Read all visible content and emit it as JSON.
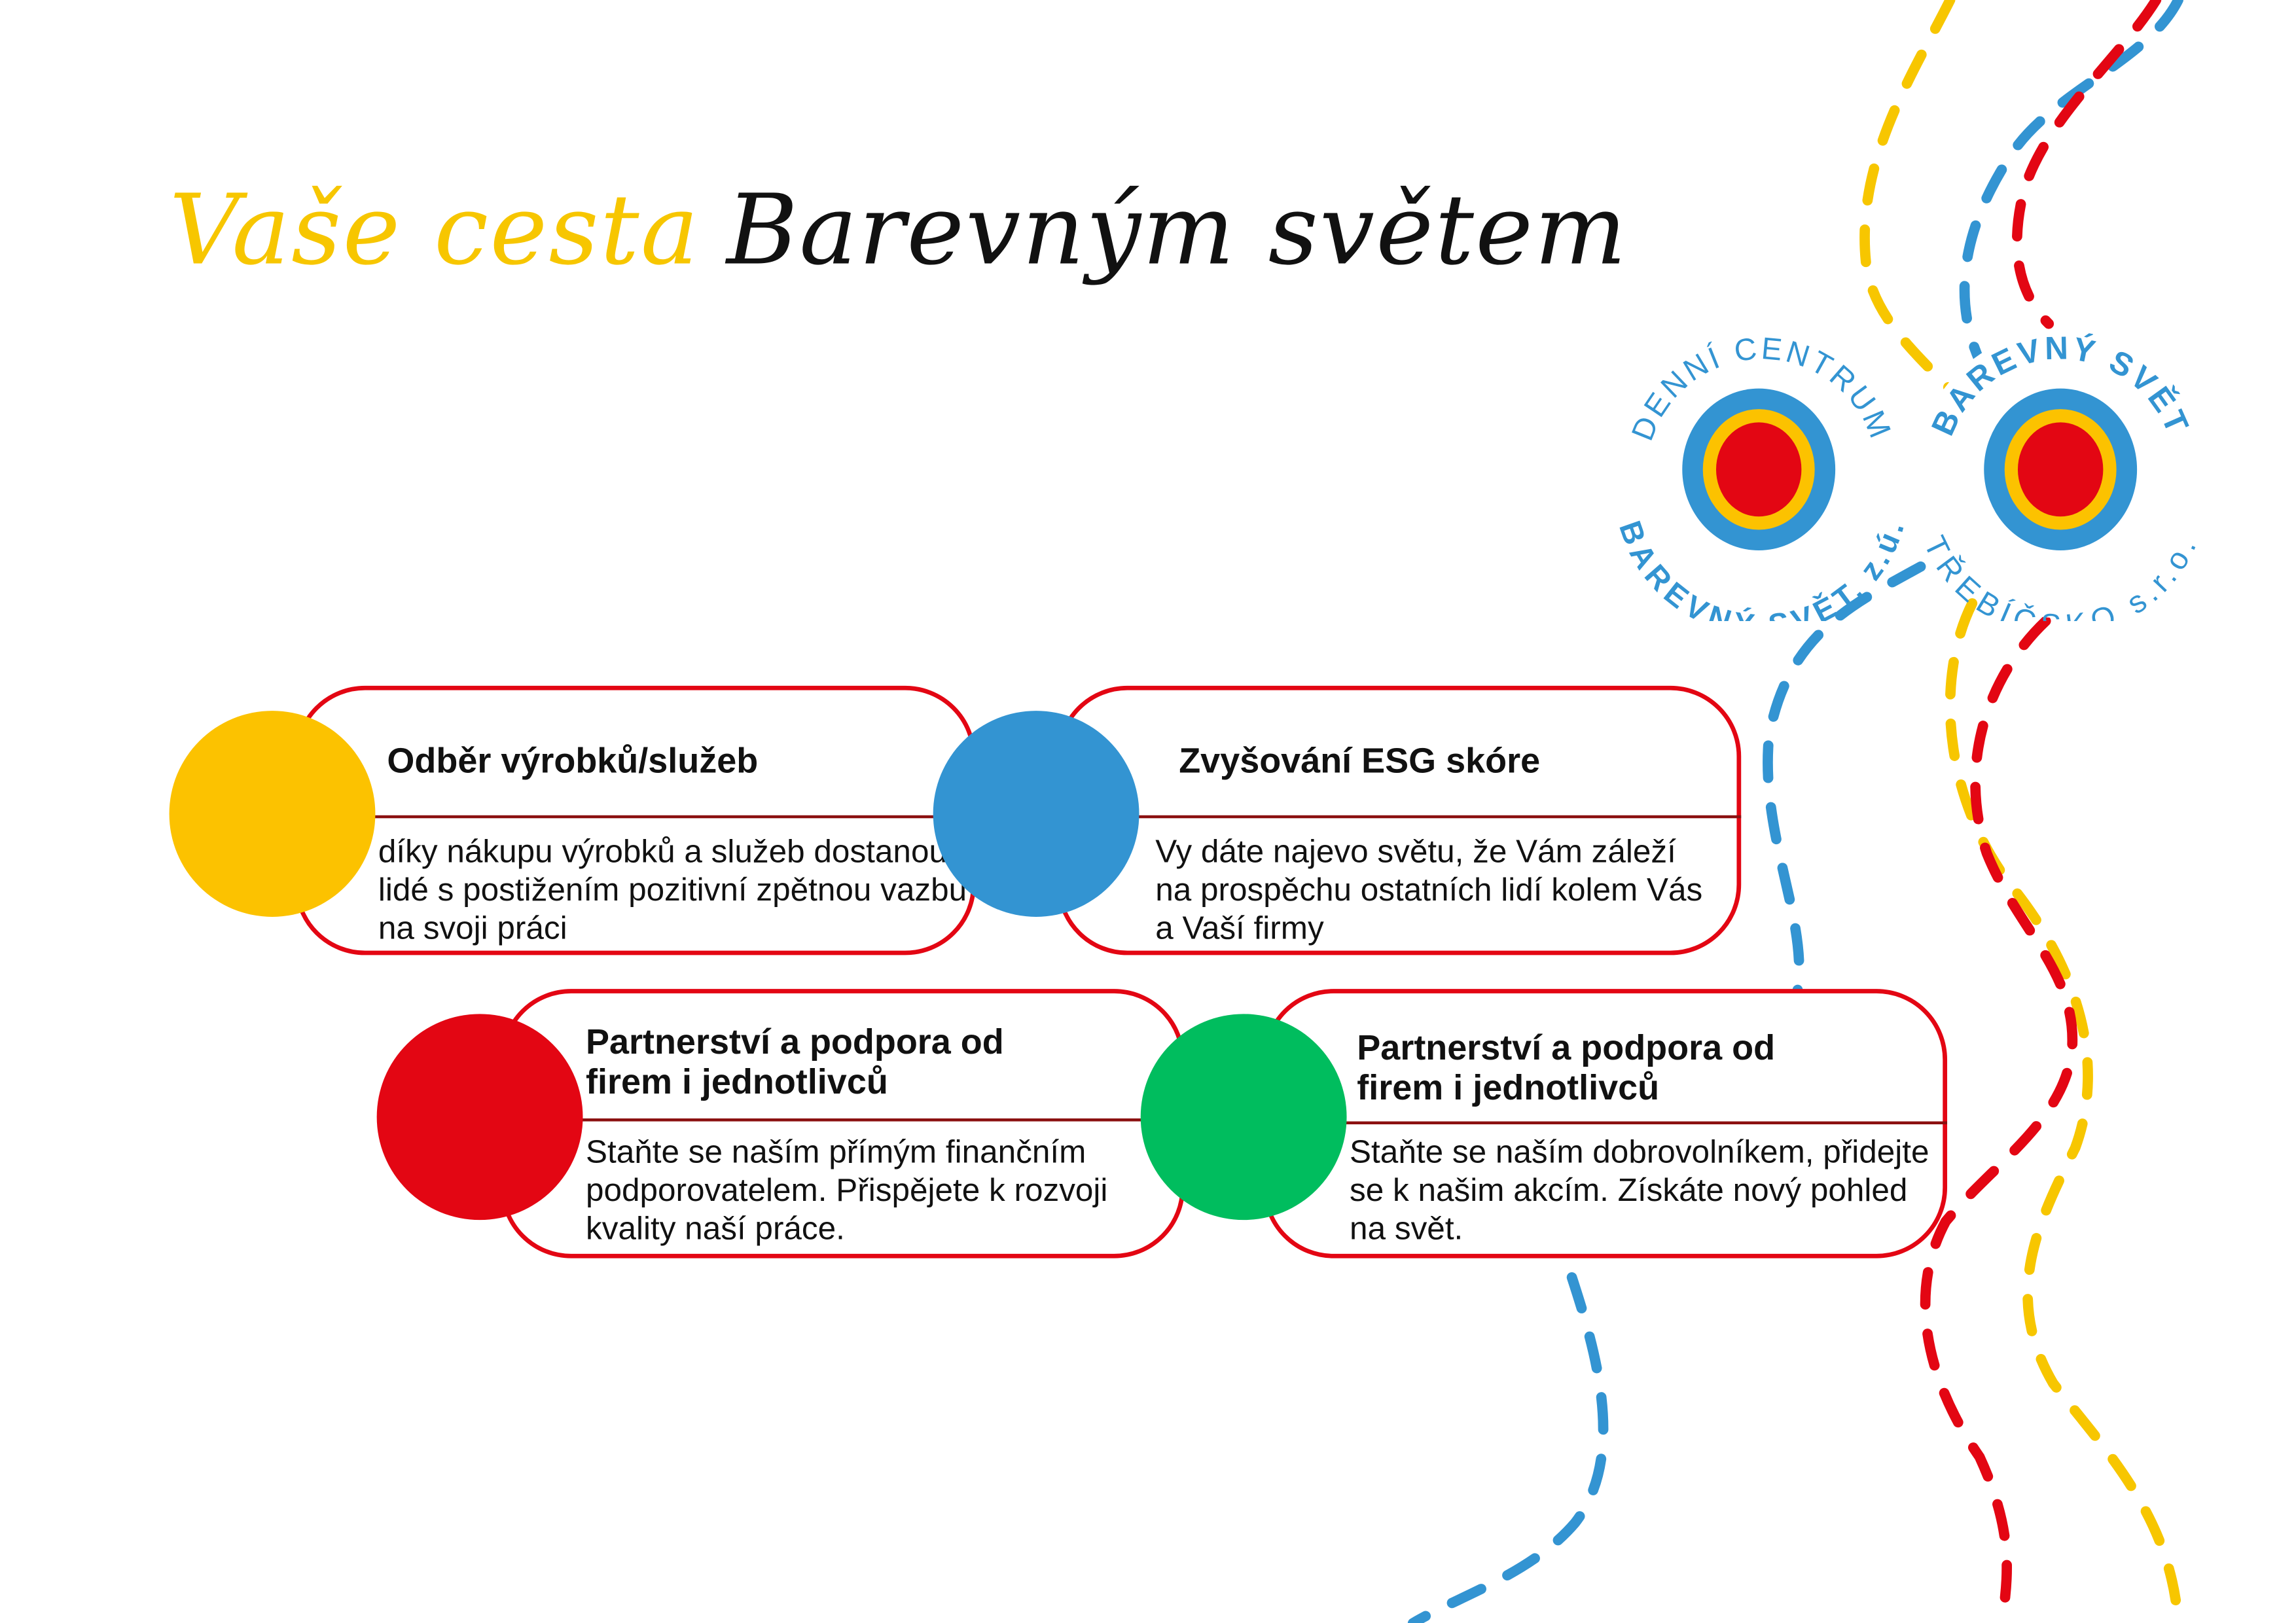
{
  "title": {
    "part1": "Vaše cesta",
    "part2": "Barevným světem"
  },
  "logos": [
    {
      "top_text": "DENNÍ CENTRUM",
      "bottom_text": "BAREVNÝ SVĚT, z.ú."
    },
    {
      "top_text": "BAREVNÝ SVĚT",
      "bottom_text": "TŘEBÍČSKO s.r.o."
    }
  ],
  "cards": [
    {
      "title": "Odběr výrobků/služeb",
      "text": "díky nákupu výrobků a služeb dostanou lidé s postižením pozitivní zpětnou vazbu na svoji práci",
      "color": "#fcc200"
    },
    {
      "title": "Zvyšování ESG skóre",
      "text": "Vy dáte najevo světu, že Vám záleží na prospěchu ostatních lidí kolem Vás a Vaší firmy",
      "color": "#3394d2"
    },
    {
      "title": "Partnerství a podpora od firem i jednotlivců",
      "text": "Staňte se naším přímým finančním podporovatelem. Přispějete k rozvoji kvality naší práce.",
      "color": "#e30613"
    },
    {
      "title": "Partnerství a podpora od firem i jednotlivců",
      "text": "Staňte se naším dobrovolníkem, přidejte se k našim akcím. Získáte nový pohled na svět.",
      "color": "#00bd5e"
    }
  ],
  "colors": {
    "yellow": "#f7c600",
    "blue": "#3394d2",
    "red": "#e30613",
    "green": "#00bd5e"
  }
}
